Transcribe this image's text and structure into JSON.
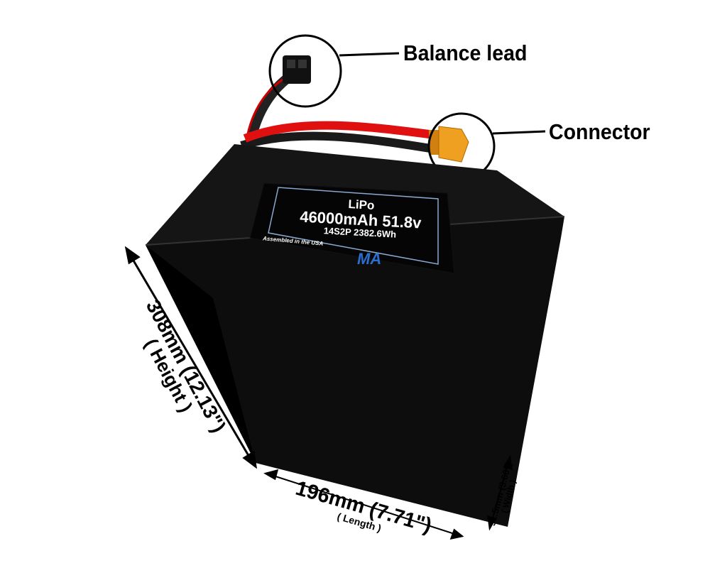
{
  "callouts": {
    "balance_lead": "Balance lead",
    "connector": "Connector"
  },
  "label": {
    "chemistry": "LiPo",
    "capacity_voltage": "46000mAh 51.8v",
    "config_energy": "14S2P 2382.6Wh",
    "assembled": "Assembled in the USA"
  },
  "dimensions": {
    "height": "308mm (12.13\")",
    "height_caption": "( Height )",
    "length": "196mm (7.71\")",
    "length_caption": "( Length )",
    "width": "91.5mm (3.60\")",
    "width_caption": "( Width )"
  },
  "colors": {
    "battery": "#0d0d0d",
    "cable_red": "#e01010",
    "connector_yellow": "#f0a020",
    "logo_blue": "#2a6fd0"
  }
}
